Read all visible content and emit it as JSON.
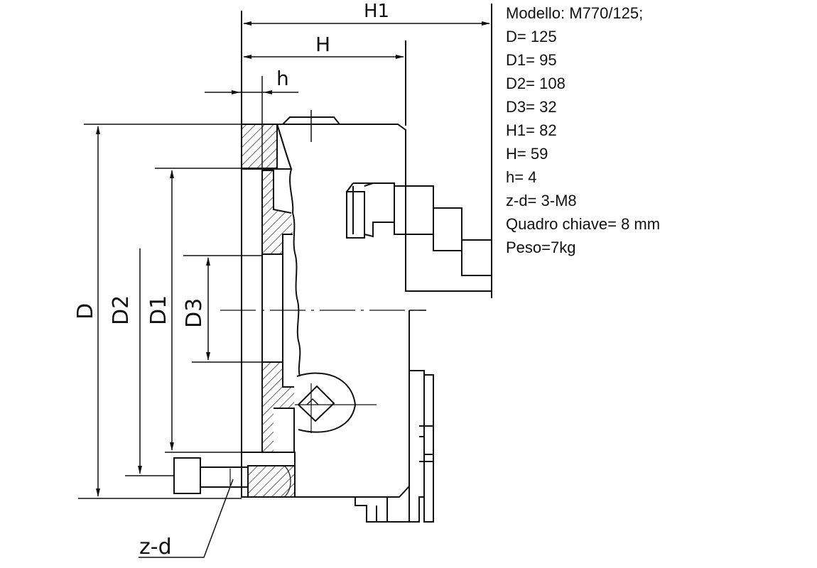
{
  "drawing": {
    "labels": {
      "h1": "H1",
      "h": "H",
      "h_small": "h",
      "d": "D",
      "d2": "D2",
      "d1": "D1",
      "d3": "D3",
      "zd": "z-d"
    }
  },
  "specs": {
    "lines": [
      {
        "label": "Modello:",
        "value": "M770/125;"
      },
      {
        "label": "D=",
        "value": "125"
      },
      {
        "label": "D1=",
        "value": "95"
      },
      {
        "label": "D2=",
        "value": "108"
      },
      {
        "label": "D3=",
        "value": "32"
      },
      {
        "label": "H1=",
        "value": "82"
      },
      {
        "label": "H=",
        "value": "59"
      },
      {
        "label": "h=",
        "value": "4"
      },
      {
        "label": "z-d=",
        "value": "3-M8"
      },
      {
        "label": "Quadro chiave=",
        "value": "8 mm"
      },
      {
        "label": "Peso=",
        "value": "7kg"
      }
    ]
  },
  "colors": {
    "line": "#111111",
    "background": "#ffffff"
  }
}
